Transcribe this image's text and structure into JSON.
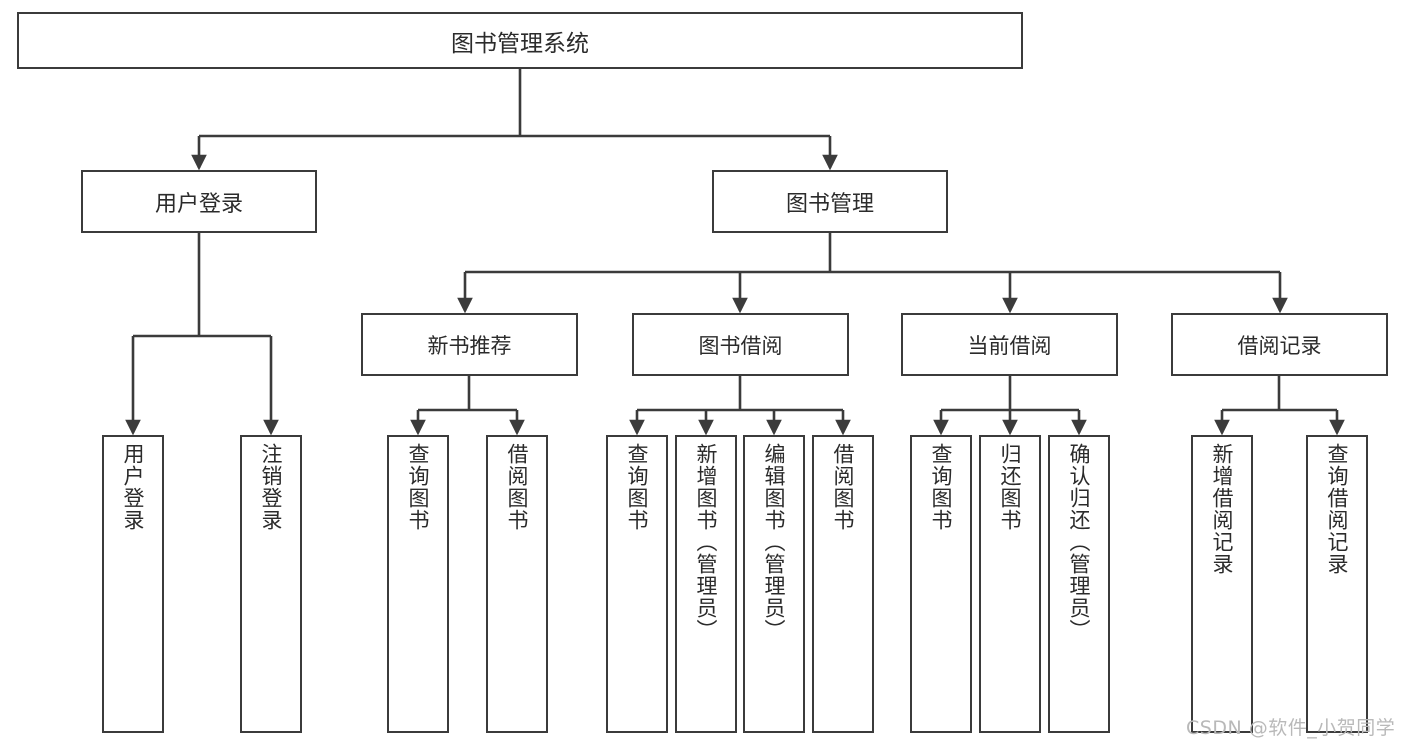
{
  "diagram": {
    "title": "图书管理系统",
    "type": "hierarchy-tree",
    "colors": {
      "background": "#ffffff",
      "border": "#3b3b3b",
      "text": "#2b2b2b",
      "edge": "#3b3b3b",
      "watermark": "#b9b9b9"
    },
    "root": {
      "label": "图书管理系统"
    },
    "level2": [
      {
        "label": "用户登录"
      },
      {
        "label": "图书管理"
      }
    ],
    "level3": [
      {
        "label": "新书推荐"
      },
      {
        "label": "图书借阅"
      },
      {
        "label": "当前借阅"
      },
      {
        "label": "借阅记录"
      }
    ],
    "leaves": {
      "user_login": [
        {
          "label": "用户登录"
        },
        {
          "label": "注销登录"
        }
      ],
      "new_book_recommend": [
        {
          "label": "查询图书"
        },
        {
          "label": "借阅图书"
        }
      ],
      "book_borrow": [
        {
          "label": "查询图书"
        },
        {
          "label": "新增图书（管理员）"
        },
        {
          "label": "编辑图书（管理员）"
        },
        {
          "label": "借阅图书"
        }
      ],
      "current_borrow": [
        {
          "label": "查询图书"
        },
        {
          "label": "归还图书"
        },
        {
          "label": "确认归还（管理员）"
        }
      ],
      "borrow_record": [
        {
          "label": "新增借阅记录"
        },
        {
          "label": "查询借阅记录"
        }
      ]
    }
  },
  "watermark": {
    "text": "CSDN @软件_小贺同学"
  }
}
